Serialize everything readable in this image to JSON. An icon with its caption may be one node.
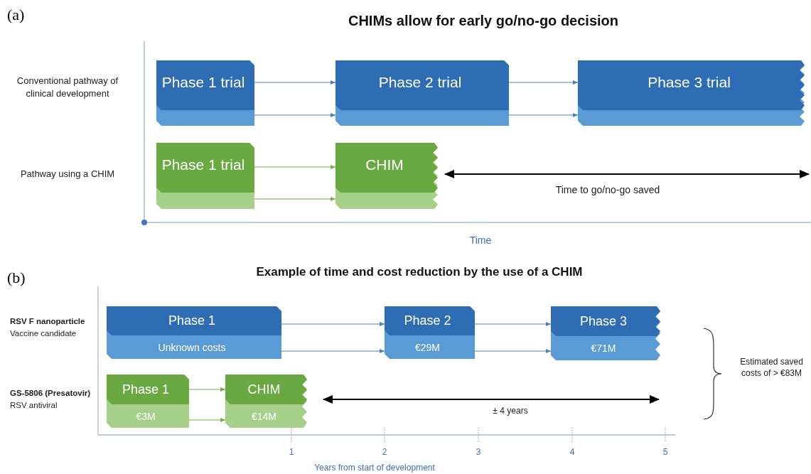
{
  "diagram": {
    "title": "CHIMs allow for early go/no-go decision",
    "nodes": [
      {
        "text": [
          "Phase 1 trial"
        ]
      },
      {
        "text": [
          "Phase 2 trial"
        ]
      },
      {
        "text": [
          "Phase 3 trial"
        ]
      },
      {
        "text": [
          "Phase 1 trial"
        ]
      },
      {
        "text": [
          "CHIM"
        ]
      },
      {
        "text": [
          "Phase 1",
          "Unknown costs"
        ]
      },
      {
        "text": [
          "Phase 2",
          "€29M"
        ]
      },
      {
        "text": [
          "Phase 3",
          "€71M"
        ]
      },
      {
        "text": [
          "Phase 1",
          "€3M"
        ]
      },
      {
        "text": [
          "CHIM",
          "€14M"
        ]
      }
    ],
    "edges": [
      {
        "from": 0,
        "to": 1,
        "arrow": "to"
      },
      {
        "from": 0,
        "to": 1,
        "arrow": "to"
      },
      {
        "from": 1,
        "to": 2,
        "arrow": "to"
      },
      {
        "from": 1,
        "to": 2,
        "arrow": "to"
      },
      {
        "from": 3,
        "to": 4,
        "arrow": "to",
        "color": "#70ad47"
      },
      {
        "from": 3,
        "to": 4,
        "arrow": "to",
        "color": "#70ad47"
      },
      {
        "from": 5,
        "to": 6,
        "arrow": "to"
      },
      {
        "from": 5,
        "to": 6,
        "arrow": "to"
      },
      {
        "from": 6,
        "to": 7,
        "arrow": "to"
      },
      {
        "from": 6,
        "to": 7,
        "arrow": "to"
      },
      {
        "from": 8,
        "to": 9,
        "arrow": "to",
        "color": "#70ad47"
      },
      {
        "from": 8,
        "to": 9,
        "arrow": "to",
        "color": "#70ad47"
      }
    ],
    "labels": [
      "(a)",
      "Conventional pathway of clinical development",
      "Pathway using a CHIM",
      "Time to go/no-go saved",
      "Time",
      "(b)",
      "Example of time and cost reduction by the use of a CHIM",
      "RSV F nanoparticle",
      "Vaccine candidate",
      "GS-5806 (Presatovir)",
      "RSV antiviral",
      "± 4 years",
      "Estimated saved costs of > €83M",
      "1",
      "2",
      "3",
      "4",
      "5",
      "Years from start of development"
    ]
  }
}
